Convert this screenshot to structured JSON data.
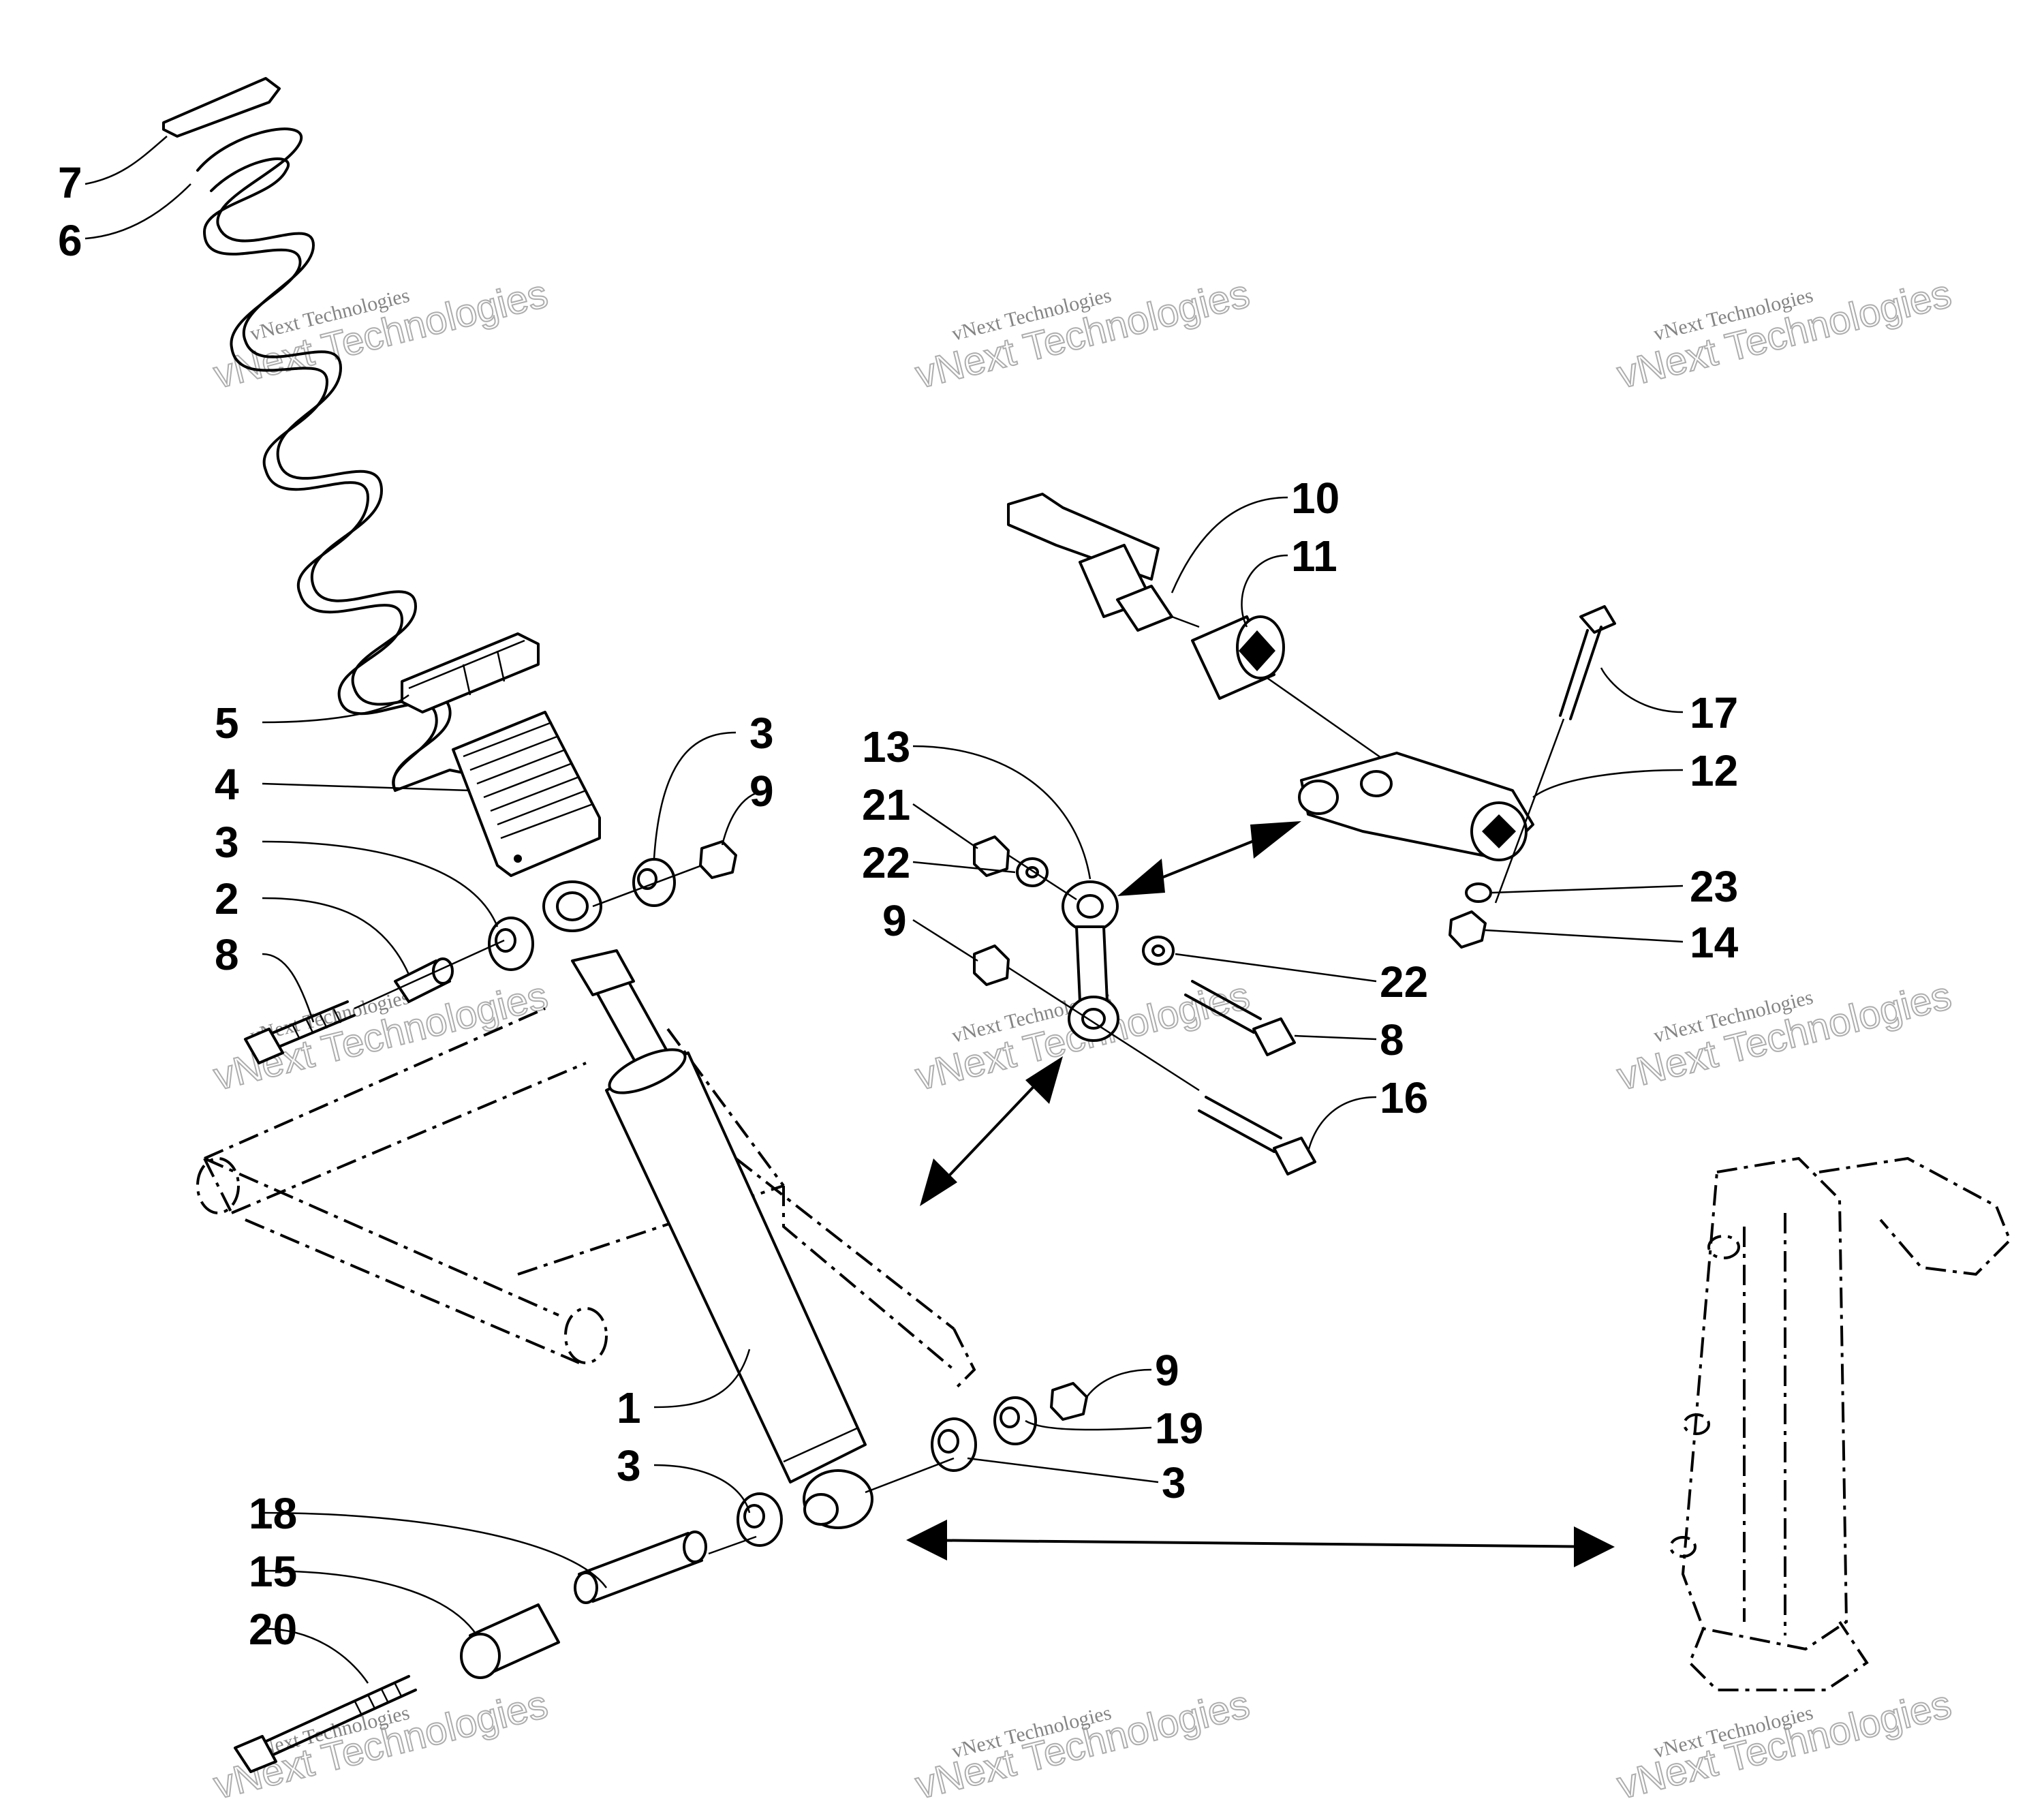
{
  "callouts": [
    {
      "id": "c7",
      "text": "7"
    },
    {
      "id": "c6",
      "text": "6"
    },
    {
      "id": "c5",
      "text": "5"
    },
    {
      "id": "c4",
      "text": "4"
    },
    {
      "id": "c3a",
      "text": "3"
    },
    {
      "id": "c2",
      "text": "2"
    },
    {
      "id": "c8a",
      "text": "8"
    },
    {
      "id": "c3b",
      "text": "3"
    },
    {
      "id": "c9a",
      "text": "9"
    },
    {
      "id": "c10",
      "text": "10"
    },
    {
      "id": "c11",
      "text": "11"
    },
    {
      "id": "c17",
      "text": "17"
    },
    {
      "id": "c12",
      "text": "12"
    },
    {
      "id": "c13",
      "text": "13"
    },
    {
      "id": "c21",
      "text": "21"
    },
    {
      "id": "c22a",
      "text": "22"
    },
    {
      "id": "c9b",
      "text": "9"
    },
    {
      "id": "c23",
      "text": "23"
    },
    {
      "id": "c14",
      "text": "14"
    },
    {
      "id": "c22b",
      "text": "22"
    },
    {
      "id": "c8b",
      "text": "8"
    },
    {
      "id": "c16",
      "text": "16"
    },
    {
      "id": "c9c",
      "text": "9"
    },
    {
      "id": "c19",
      "text": "19"
    },
    {
      "id": "c1",
      "text": "1"
    },
    {
      "id": "c3c",
      "text": "3"
    },
    {
      "id": "c3d",
      "text": "3"
    },
    {
      "id": "c18",
      "text": "18"
    },
    {
      "id": "c15",
      "text": "15"
    },
    {
      "id": "c20",
      "text": "20"
    }
  ],
  "watermark": {
    "line1": "vNext Technologies",
    "line2": "vNext Technologies"
  }
}
